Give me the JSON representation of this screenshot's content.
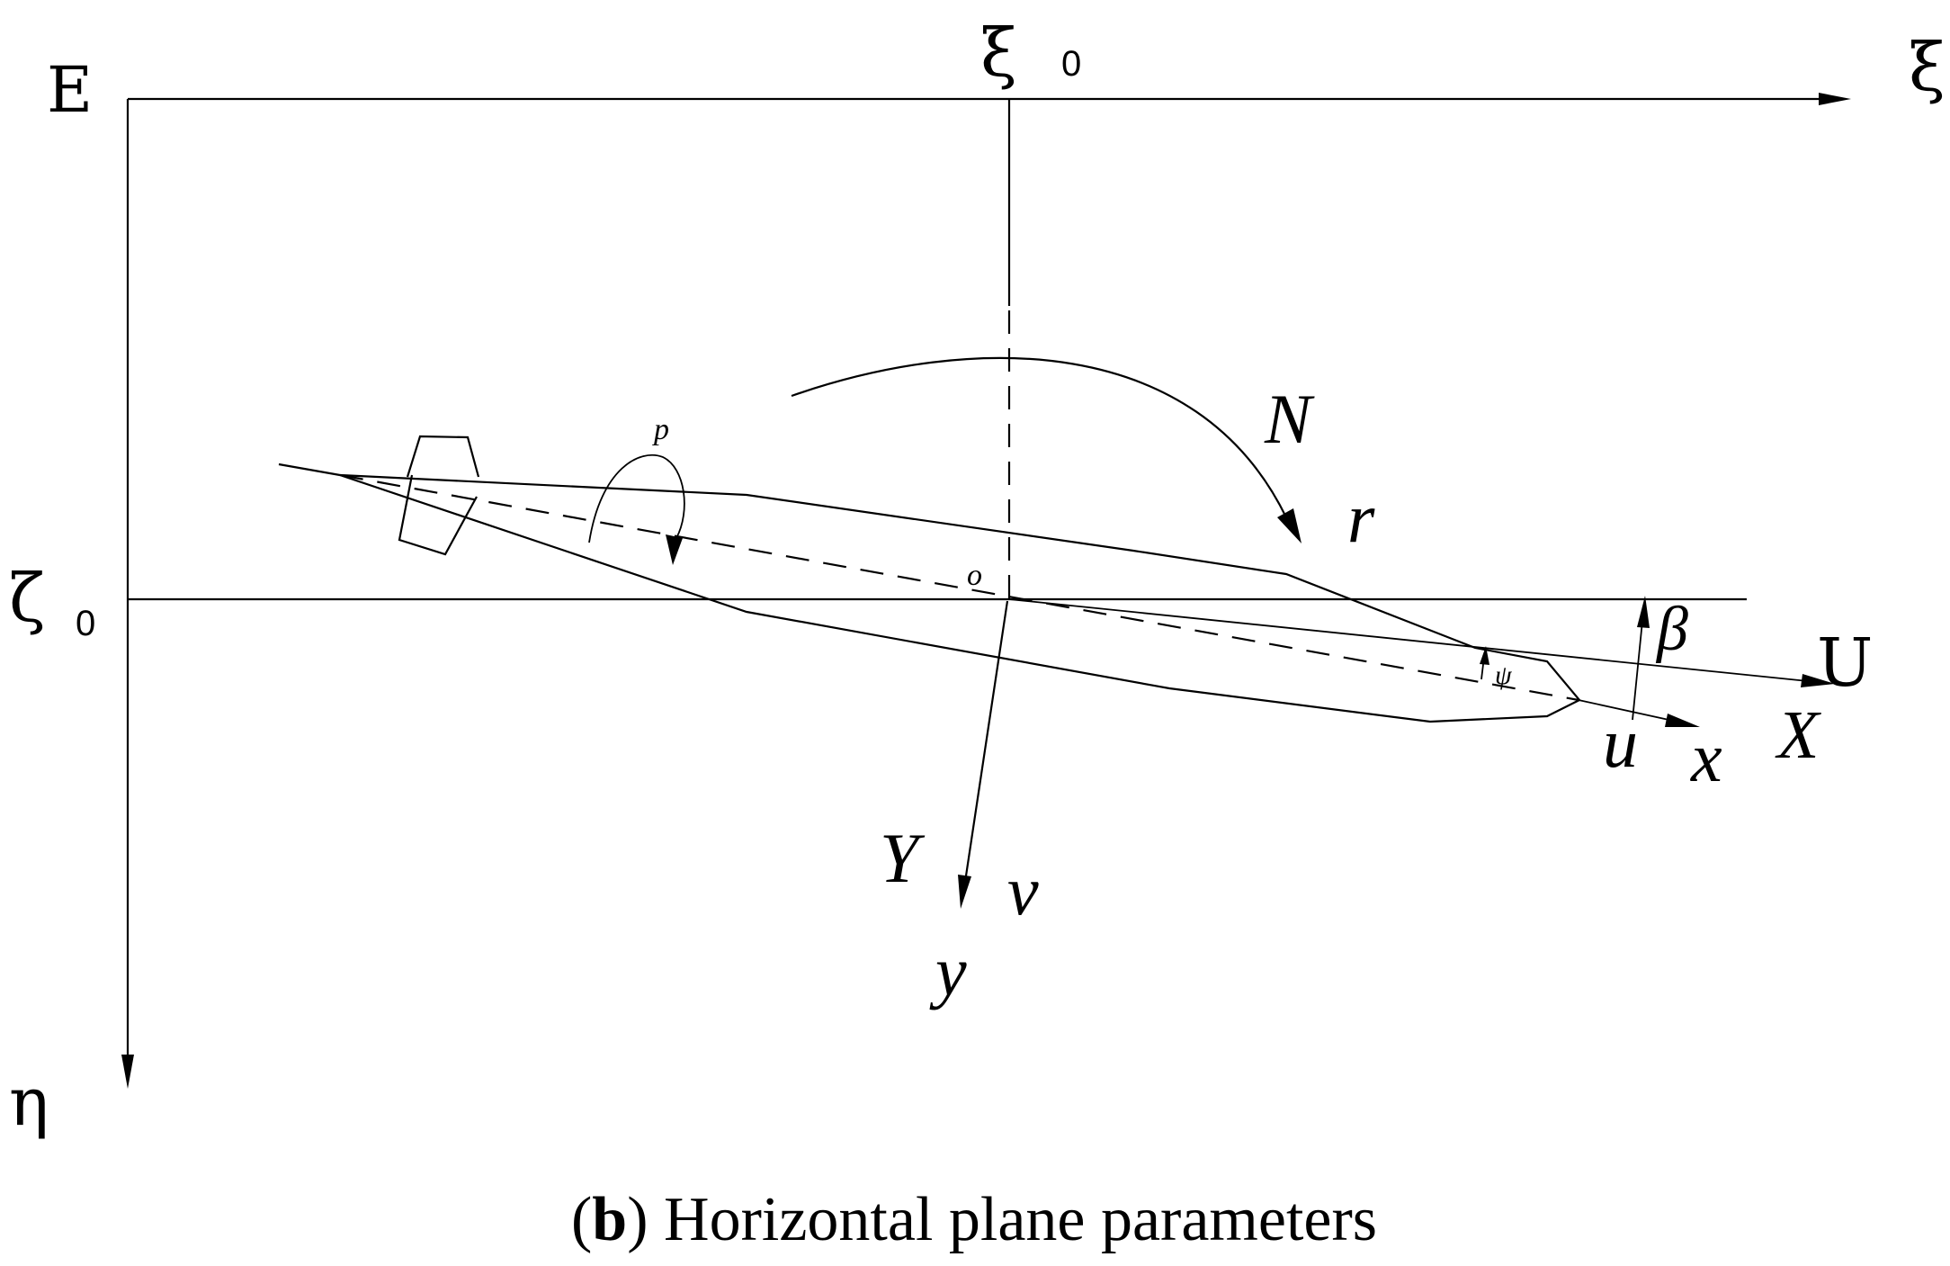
{
  "labels": {
    "E": "E",
    "xi": "ξ",
    "xi0": "ξ",
    "xi0_sub": "0",
    "zeta0": "ζ",
    "zeta0_sub": "0",
    "eta": "η",
    "N": "N",
    "r": "r",
    "p": "p",
    "o": "o",
    "beta": "β",
    "psi": "ψ",
    "U": "U",
    "X": "X",
    "u": "u",
    "x": "x",
    "Y": "Y",
    "v": "v",
    "y": "y"
  },
  "caption": {
    "open": "(",
    "letter": "b",
    "close": ")",
    "text": " Horizontal plane parameters"
  },
  "colors": {
    "ink": "#000000",
    "background": "#ffffff"
  }
}
